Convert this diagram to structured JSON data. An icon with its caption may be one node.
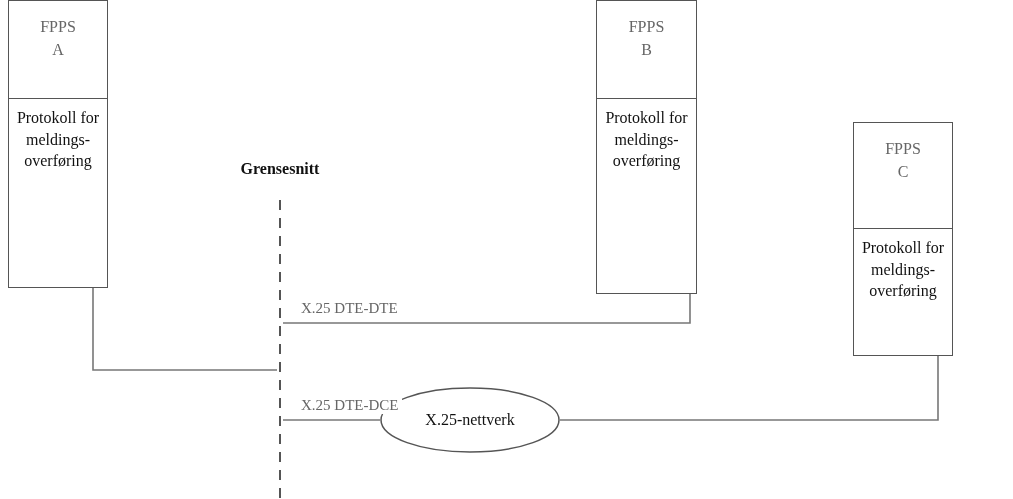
{
  "diagram": {
    "nodes": [
      {
        "text": [
          "FPPS A",
          "Protokoll for meldings-overføring"
        ]
      },
      {
        "text": [
          "Grensesnitt"
        ]
      },
      {
        "text": [
          "FPPS B",
          "Protokoll for meldings-overføring"
        ]
      },
      {
        "text": [
          "FPPS C",
          "Protokoll for meldings-overføring"
        ]
      },
      {
        "text": [
          "X.25-nettverk"
        ]
      }
    ],
    "edges": [
      {
        "from": 0,
        "to": 1,
        "arrow": "none"
      },
      {
        "from": 1,
        "to": 2,
        "arrow": "none",
        "label": "X.25 DTE-DTE"
      },
      {
        "from": 1,
        "to": 4,
        "arrow": "none",
        "label": "X.25 DTE-DCE"
      },
      {
        "from": 4,
        "to": 3,
        "arrow": "none"
      }
    ]
  }
}
